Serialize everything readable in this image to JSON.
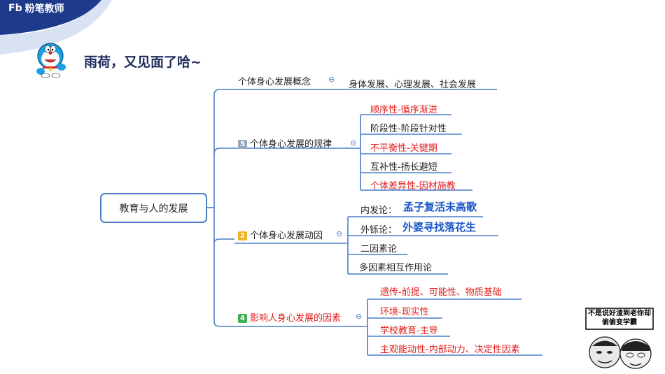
{
  "brand": {
    "logo": "Fb",
    "name": "粉笔教师"
  },
  "greeting": "雨荷，又见面了哈~",
  "colors": {
    "accent": "#4a7ec8",
    "red": "#e21b1b",
    "header": "#1e3a8a",
    "badge_grey": "#9aa9b8",
    "badge_yellow": "#f0b323",
    "badge_green": "#3fb34f"
  },
  "mindmap": {
    "root": "教育与人的发展",
    "b1": {
      "label": "个体身心发展概念",
      "child": "身体发展、心理发展、社会发展"
    },
    "b2": {
      "badge": "5",
      "label": "个体身心发展的规律",
      "children": [
        "顺序性-循序渐进",
        "阶段性-阶段针对性",
        "不平衡性-关键期",
        "互补性-扬长避短",
        "个体差异性-因材施教"
      ]
    },
    "b3": {
      "badge": "2",
      "label": "个体身心发展动因",
      "c1": {
        "label": "内发论：",
        "mnemonic": "孟子复活未高歌"
      },
      "c2": {
        "label": "外铄论：",
        "mnemonic": "外婆寻找落花生"
      },
      "c3": "二因素论",
      "c4": "多因素相互作用论"
    },
    "b4": {
      "badge": "4",
      "label": "影响人身心发展的因素",
      "children": [
        "遗传-前提、可能性、物质基础",
        "环境-现实性",
        "学校教育-主导",
        "主观能动性-内部动力、决定性因素"
      ]
    }
  },
  "meme": {
    "caption": "不是说好渣到老你却偷偷变学霸"
  }
}
